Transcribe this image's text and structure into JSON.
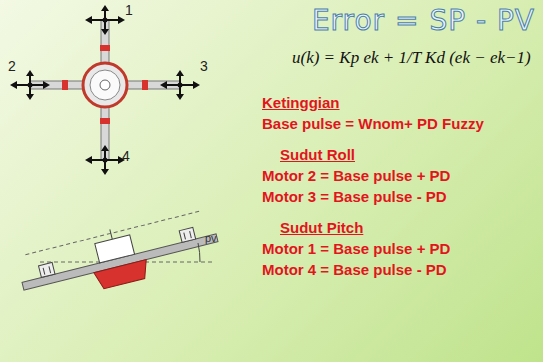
{
  "diagram": {
    "title": "Error = SP - PV",
    "labels": [
      "1",
      "2",
      "3",
      "4",
      "pv",
      "u(k) = Kp ek + 1/T Kd (ek − ek−1)",
      "Ketinggian",
      "Base pulse = Wnom+ PD Fuzzy",
      "Sudut Roll",
      "Motor 2 = Base pulse + PD",
      "Motor 3 = Base pulse - PD",
      "Sudut Pitch",
      "Motor 1 = Base pulse + PD",
      "Motor 4 = Base pulse - PD"
    ]
  }
}
